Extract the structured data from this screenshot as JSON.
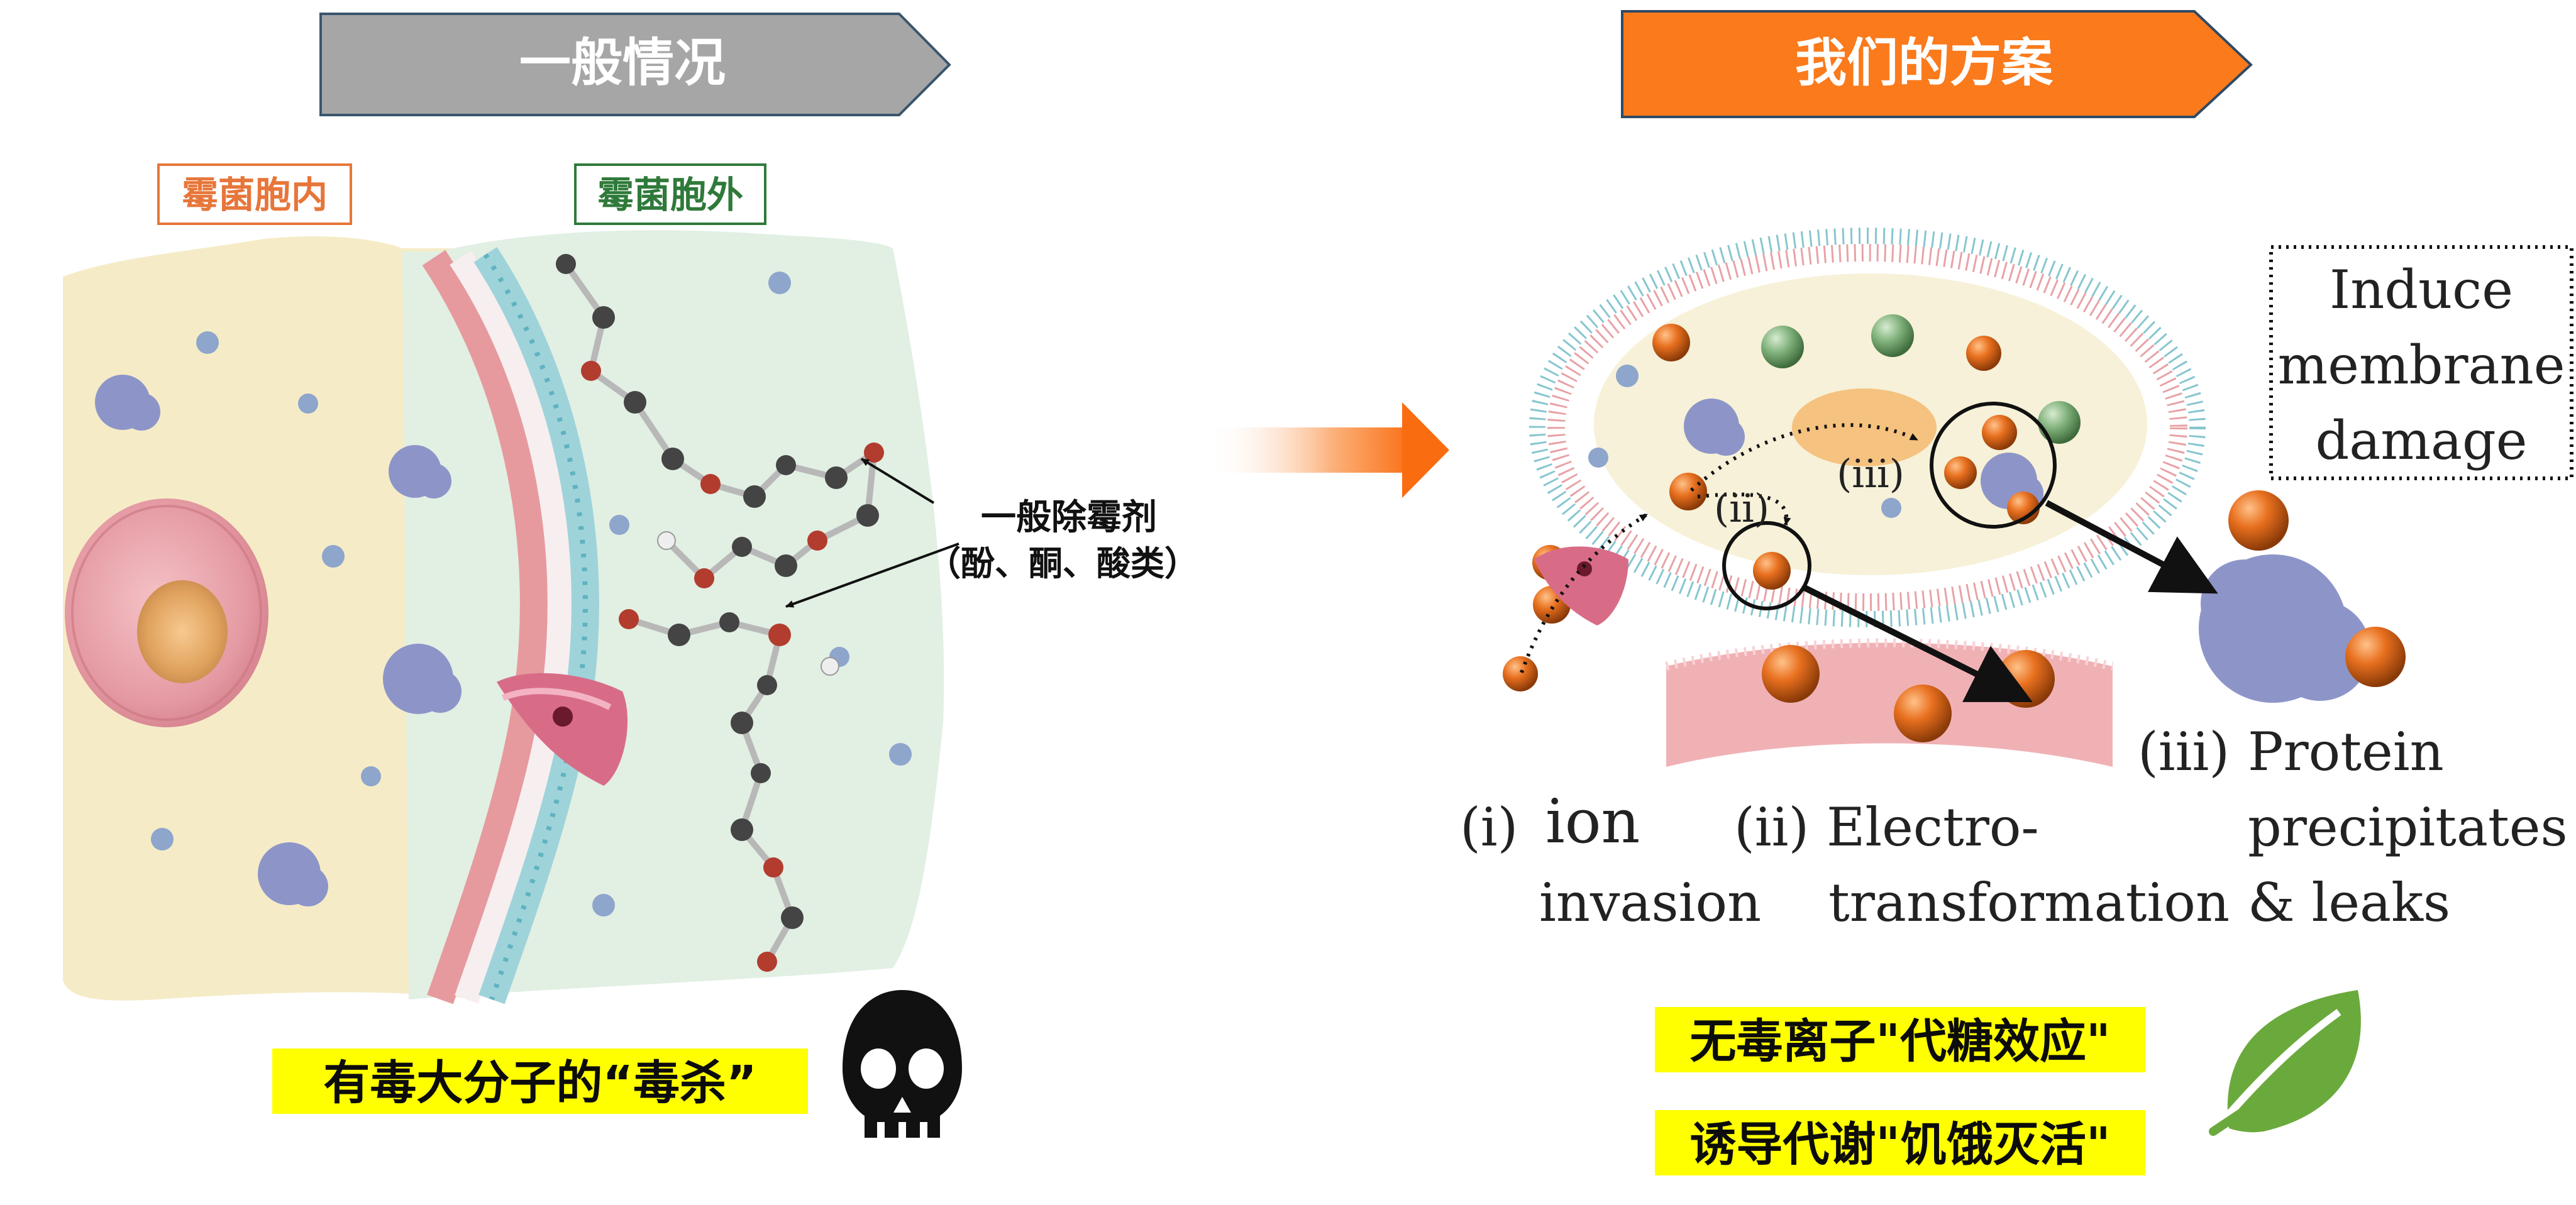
{
  "left_panel": {
    "banner": "一般情况",
    "label_intracellular": "霉菌胞内",
    "label_extracellular": "霉菌胞外",
    "agent_label_line1": "一般除霉剂",
    "agent_label_line2": "（酚、酮、酸类）",
    "caption": "有毒大分子的“毒杀”",
    "caption_icon": "skull-icon"
  },
  "right_panel": {
    "banner": "我们的方案",
    "callout_line1": "Induce",
    "callout_line2": "membrane",
    "callout_line3": "damage",
    "step_i_num": "(i)",
    "step_i_title": "ion",
    "step_i_sub": "invasion",
    "step_ii_num": "(ii)",
    "step_ii_title": "Electro-",
    "step_ii_sub": "transformation",
    "step_iii_num": "(iii)",
    "step_iii_title": "Protein",
    "step_iii_line2": "precipitates",
    "step_iii_line3": "& leaks",
    "inline_ii": "(ii)",
    "inline_iii": "(iii)",
    "caption_line1": "无毒离子\"代糖效应\"",
    "caption_line2": "诱导代谢\"饥饿灭活\"",
    "caption_icon": "leaf-icon"
  },
  "colors": {
    "gray_banner": "#a6a6a6",
    "orange_banner": "#fa7a1c",
    "intracellular_label": "#e7763a",
    "extracellular_label": "#2f7a3a",
    "highlight": "#ffff00",
    "leaf": "#6aaa3c",
    "ion_orange": "#d9621c",
    "protein": "#8d95c8"
  }
}
